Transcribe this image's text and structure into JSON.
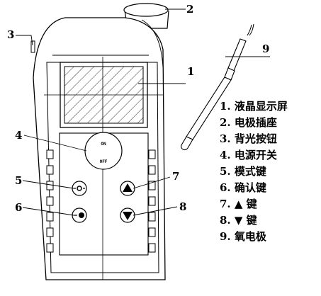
{
  "diagram": {
    "callouts": {
      "display": "1",
      "electrode_socket": "2",
      "backlight_button": "3",
      "power_switch": "4",
      "mode_key": "5",
      "confirm_key": "6",
      "up_key": "7",
      "down_key": "8",
      "oxygen_electrode": "9"
    },
    "power_switch_text": {
      "on": "ON",
      "off": "OFF"
    },
    "legend": [
      "1. 液晶显示屏",
      "2. 电极插座",
      "3. 背光按钮",
      "4. 电源开关",
      "5. 模式键",
      "6. 确认键",
      "7. ▲ 键",
      "8. ▼ 键",
      "9. 氧电极"
    ]
  }
}
